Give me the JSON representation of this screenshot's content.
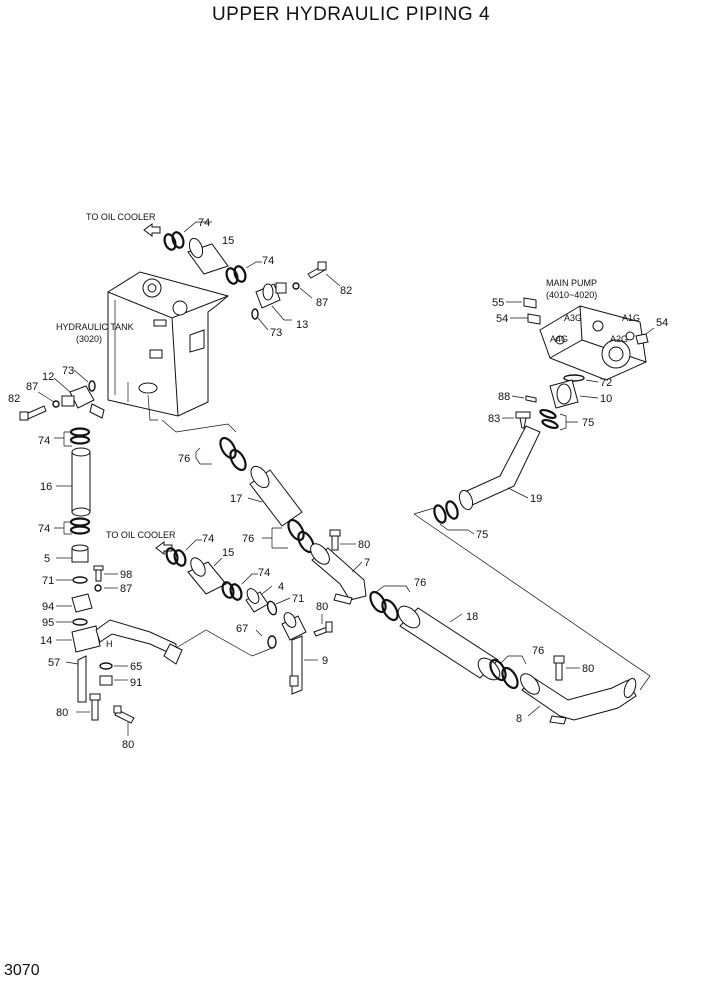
{
  "title": "UPPER HYDRAULIC PIPING 4",
  "page_number": "3070",
  "notes": {
    "to_oil_cooler_top": "TO OIL COOLER",
    "to_oil_cooler_mid": "TO OIL COOLER",
    "hydraulic_tank": "HYDRAULIC TANK",
    "hydraulic_tank_ref": "(3020)",
    "main_pump": "MAIN PUMP",
    "main_pump_ref": "(4010~4020)",
    "port_a3g": "A3G",
    "port_a1g": "A1G",
    "port_a4g": "A4G",
    "port_a2g": "A2G",
    "port_h": "H"
  },
  "labels": {
    "p74a": "74",
    "p15a": "15",
    "p74b": "74",
    "p82a": "82",
    "p87a": "87",
    "p13": "13",
    "p73a": "73",
    "p73b": "73",
    "p12": "12",
    "p87b": "87",
    "p82b": "82",
    "p74c": "74",
    "p16": "16",
    "p74d": "74",
    "p5": "5",
    "p71a": "71",
    "p98": "98",
    "p87c": "87",
    "p94": "94",
    "p95": "95",
    "p14": "14",
    "p57": "57",
    "p65": "65",
    "p91": "91",
    "p80a": "80",
    "p80b": "80",
    "p74e": "74",
    "p15b": "15",
    "p74f": "74",
    "p4": "4",
    "p71b": "71",
    "p67": "67",
    "p80c": "80",
    "p9": "9",
    "p76a": "76",
    "p17": "17",
    "p76b": "76",
    "p80d": "80",
    "p7": "7",
    "p76c": "76",
    "p18": "18",
    "p76d": "76",
    "p80e": "80",
    "p8": "8",
    "p55": "55",
    "p54a": "54",
    "p54b": "54",
    "p72": "72",
    "p88": "88",
    "p10": "10",
    "p83": "83",
    "p75a": "75",
    "p19": "19",
    "p75b": "75"
  }
}
